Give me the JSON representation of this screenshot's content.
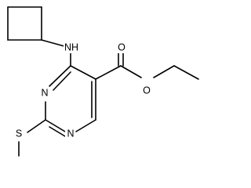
{
  "molecule": {
    "atoms": {
      "nh": "NH",
      "n_ring_upper": "N",
      "n_ring_lower": "N",
      "o_carbonyl": "O",
      "o_ester": "O",
      "s": "S"
    }
  },
  "colors": {
    "bond": "#000000",
    "background": "#ffffff"
  }
}
